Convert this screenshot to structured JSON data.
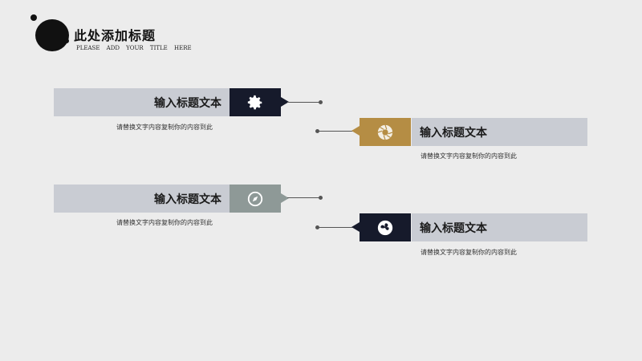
{
  "header": {
    "title": "此处添加标题",
    "subtitle": "PLEASE ADD YOUR TITLE HERE"
  },
  "items": [
    {
      "title": "输入标题文本",
      "desc": "请替换文字内容复制你的内容到此",
      "icon": "gear-icon",
      "color": "#161a2b"
    },
    {
      "title": "输入标题文本",
      "desc": "请替换文字内容复制你的内容到此",
      "icon": "aperture-icon",
      "color": "#b58d44"
    },
    {
      "title": "输入标题文本",
      "desc": "请替换文字内容复制你的内容到此",
      "icon": "compass-icon",
      "color": "#8e9997"
    },
    {
      "title": "输入标题文本",
      "desc": "请替换文字内容复制你的内容到此",
      "icon": "fan-icon",
      "color": "#161a2b"
    }
  ]
}
